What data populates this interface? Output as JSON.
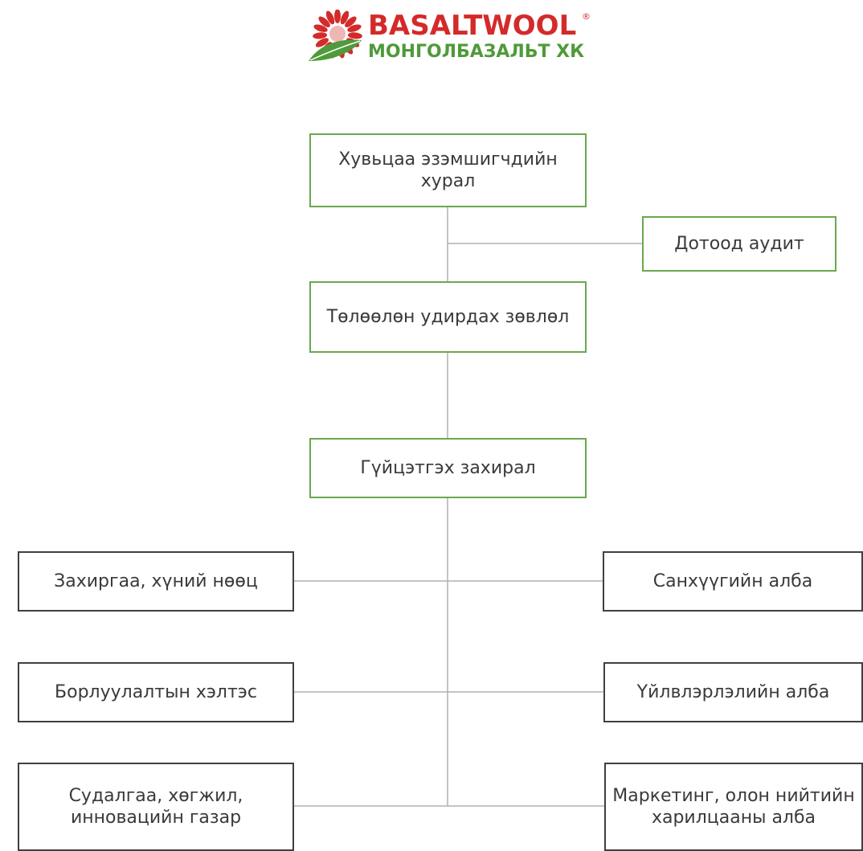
{
  "logo": {
    "brand": "BASALTWOOL",
    "registered": "®",
    "subtitle": "МОНГОЛБАЗАЛЬТ ХК"
  },
  "colors": {
    "board_border": "#6aa84f",
    "department_border": "#404040",
    "connector": "#b0b0b0",
    "brand_red": "#d42a2a",
    "brand_green": "#4f9a3a"
  },
  "nodes": {
    "shareholders": "Хувьцаа эзэмшигчдийн хурал",
    "internal_audit": "Дотоод аудит",
    "board": "Төлөөлөн удирдах зөвлөл",
    "ceo": "Гүйцэтгэх захирал",
    "admin_hr": "Захиргаа, хүний нөөц",
    "finance": "Санхүүгийн алба",
    "sales": "Борлуулалтын хэлтэс",
    "production": "Үйлвлэрлэлийн алба",
    "rnd": "Судалгаа, хөгжил, инновацийн газар",
    "marketing_pr": "Маркетинг, олон нийтийн харилцааны алба"
  }
}
